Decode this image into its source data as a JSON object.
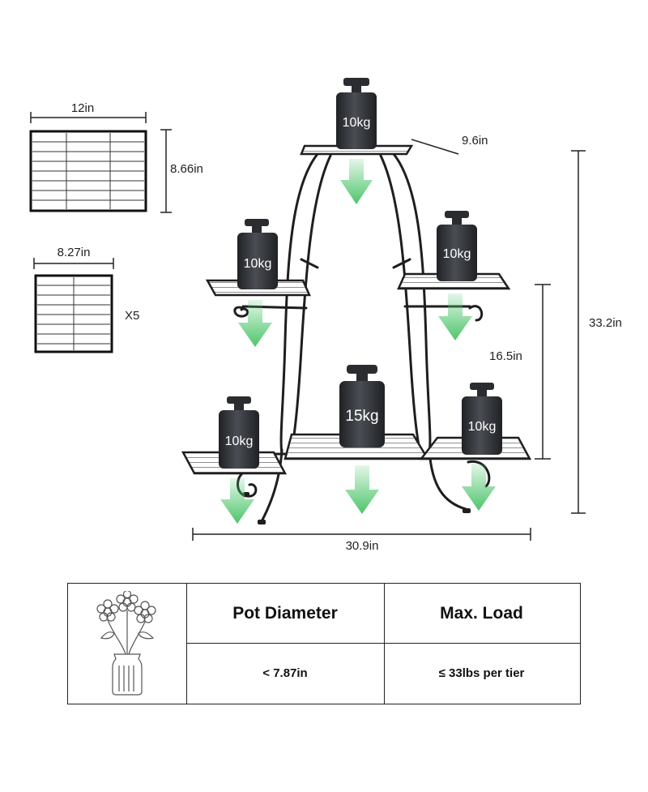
{
  "dimensions": {
    "top_shelf_width": "12in",
    "top_shelf_depth": "8.66in",
    "small_shelf_width": "8.27in",
    "small_shelf_count": "X5",
    "top_shelf_diag": "9.6in",
    "mid_height": "16.5in",
    "total_height": "33.2in",
    "total_width": "30.9in"
  },
  "weights": {
    "top": "10kg",
    "mid_left": "10kg",
    "mid_right": "10kg",
    "bottom_left": "10kg",
    "bottom_center": "15kg",
    "bottom_right": "10kg"
  },
  "spec_table": {
    "headers": [
      "Pot Diameter",
      "Max. Load"
    ],
    "values": [
      "< 7.87in",
      "≤ 33lbs per tier"
    ]
  },
  "colors": {
    "frame": "#1e1e1e",
    "arrow": "#4cc56a",
    "weight": "#2d2f33"
  }
}
